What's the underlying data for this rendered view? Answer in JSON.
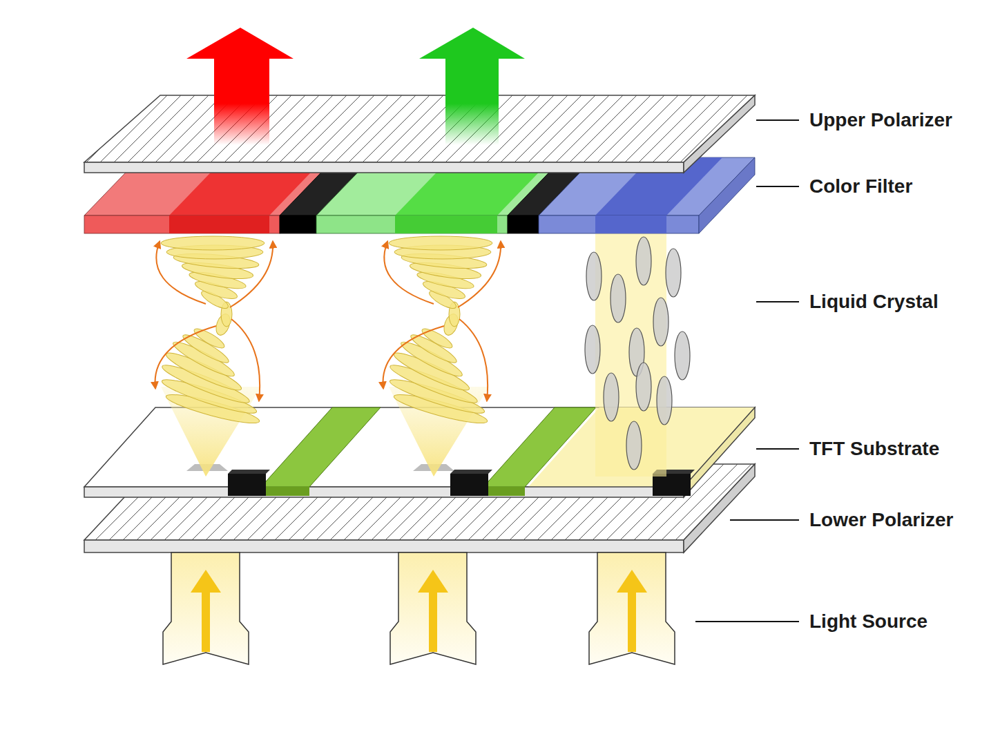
{
  "diagram": {
    "labels": [
      "Upper Polarizer",
      "Color Filter",
      "Liquid Crystal",
      "TFT Substrate",
      "Lower Polarizer",
      "Light Source"
    ]
  }
}
